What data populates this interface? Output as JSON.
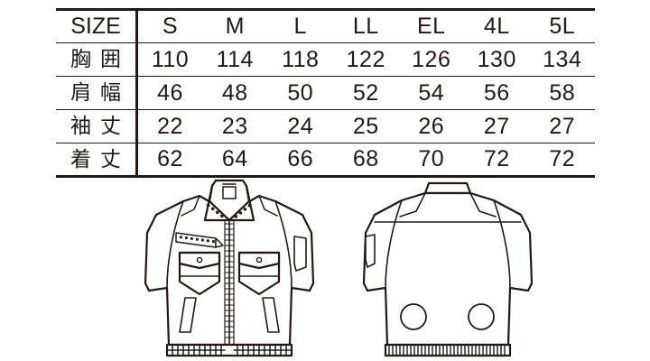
{
  "table": {
    "header": {
      "label": "SIZE",
      "sizes": [
        "S",
        "M",
        "L",
        "LL",
        "EL",
        "4L",
        "5L"
      ]
    },
    "rows": [
      {
        "label": "胸囲",
        "label_name": "chest",
        "values": [
          "110",
          "114",
          "118",
          "122",
          "126",
          "130",
          "134"
        ]
      },
      {
        "label": "肩幅",
        "label_name": "shoulder-width",
        "values": [
          "46",
          "48",
          "50",
          "52",
          "54",
          "56",
          "58"
        ]
      },
      {
        "label": "袖丈",
        "label_name": "sleeve-length",
        "values": [
          "22",
          "23",
          "24",
          "25",
          "26",
          "27",
          "27"
        ]
      },
      {
        "label": "着丈",
        "label_name": "garment-length",
        "values": [
          "62",
          "64",
          "66",
          "68",
          "70",
          "72",
          "72"
        ]
      }
    ]
  },
  "illustrations": {
    "front": {
      "name": "jacket-front-illustration",
      "alt": "短袖ブルゾン 前身頃"
    },
    "back": {
      "name": "jacket-back-illustration",
      "alt": "短袖ブルゾン 後身頃"
    }
  },
  "colors": {
    "ink": "#231815",
    "background": "#ffffff"
  }
}
